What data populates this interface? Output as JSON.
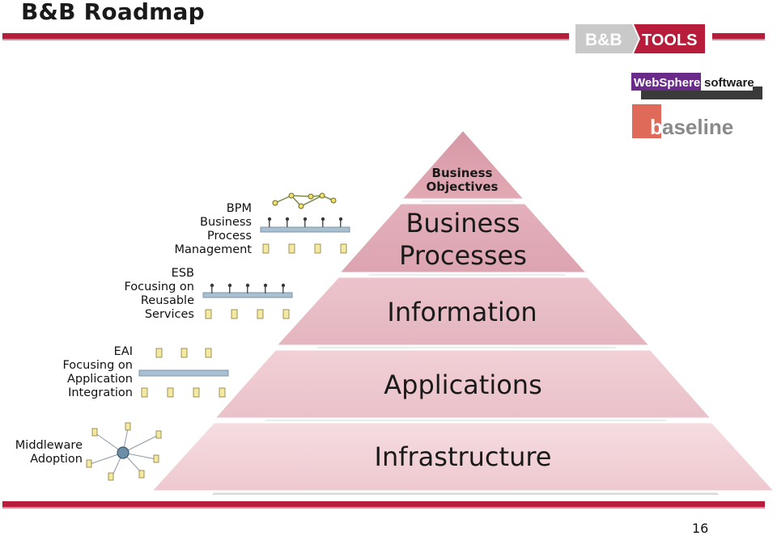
{
  "header": {
    "title": "B&B Roadmap",
    "logo_left": "B&B",
    "logo_right": "TOOLS"
  },
  "logos": {
    "websphere_a": "WebSphere",
    "websphere_b": "software",
    "baseline_initial": "b",
    "baseline_rest": "aseline"
  },
  "pyramid": {
    "levels": [
      {
        "label": "Business",
        "label2": "Objectives"
      },
      {
        "label": "Business",
        "label2": "Processes"
      },
      {
        "label": "Information"
      },
      {
        "label": "Applications"
      },
      {
        "label": "Infrastructure"
      }
    ]
  },
  "stages": [
    {
      "lines": [
        "BPM",
        "Business",
        "Process",
        "Management"
      ]
    },
    {
      "lines": [
        "ESB",
        "Focusing on",
        "Reusable",
        "Services"
      ]
    },
    {
      "lines": [
        "EAI",
        "Focusing on",
        "Application",
        "Integration"
      ]
    },
    {
      "lines": [
        "Middleware",
        "Adoption"
      ]
    }
  ],
  "footer": {
    "page_number": "16"
  },
  "colors": {
    "brand_red": "#b71c3a",
    "pyramid_fill_light": "#f2d3d9",
    "pyramid_fill_mid": "#e7b7c0",
    "pyramid_fill_dark": "#d69aa6"
  }
}
